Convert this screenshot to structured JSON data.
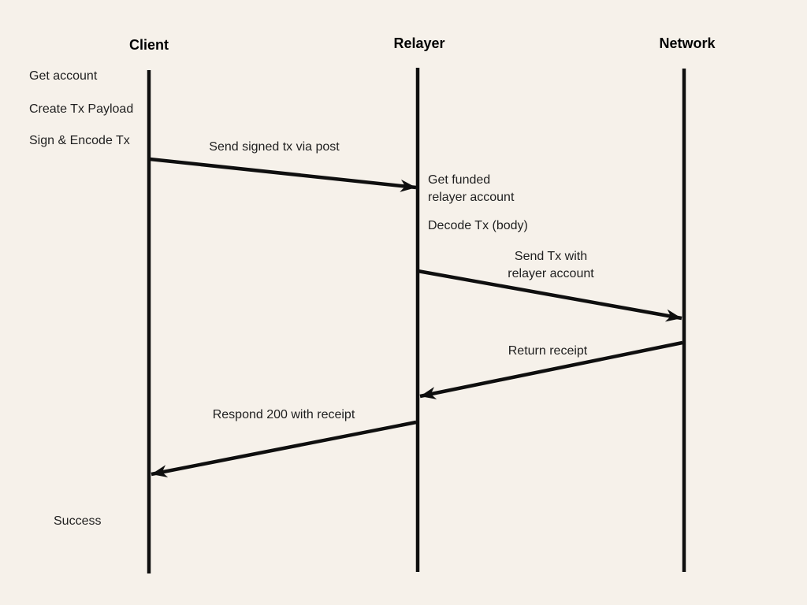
{
  "colors": {
    "background": "#F6F1EA",
    "line": "#0F0F0F",
    "text": "#1F1F1F"
  },
  "actors": [
    {
      "label": "Client"
    },
    {
      "label": "Relayer"
    },
    {
      "label": "Network"
    }
  ],
  "client_steps": [
    "Get account",
    "Create Tx Payload",
    "Sign & Encode Tx"
  ],
  "relayer_steps": {
    "get_funded_line1": "Get funded",
    "get_funded_line2": "relayer account",
    "decode": "Decode Tx (body)"
  },
  "messages": [
    {
      "from": "Client",
      "to": "Relayer",
      "label": "Send signed tx via post"
    },
    {
      "from": "Relayer",
      "to": "Network",
      "label_line1": "Send Tx with",
      "label_line2": "relayer account"
    },
    {
      "from": "Network",
      "to": "Relayer",
      "label": "Return receipt"
    },
    {
      "from": "Relayer",
      "to": "Client",
      "label": "Respond 200 with receipt"
    }
  ],
  "result": {
    "label": "Success"
  }
}
